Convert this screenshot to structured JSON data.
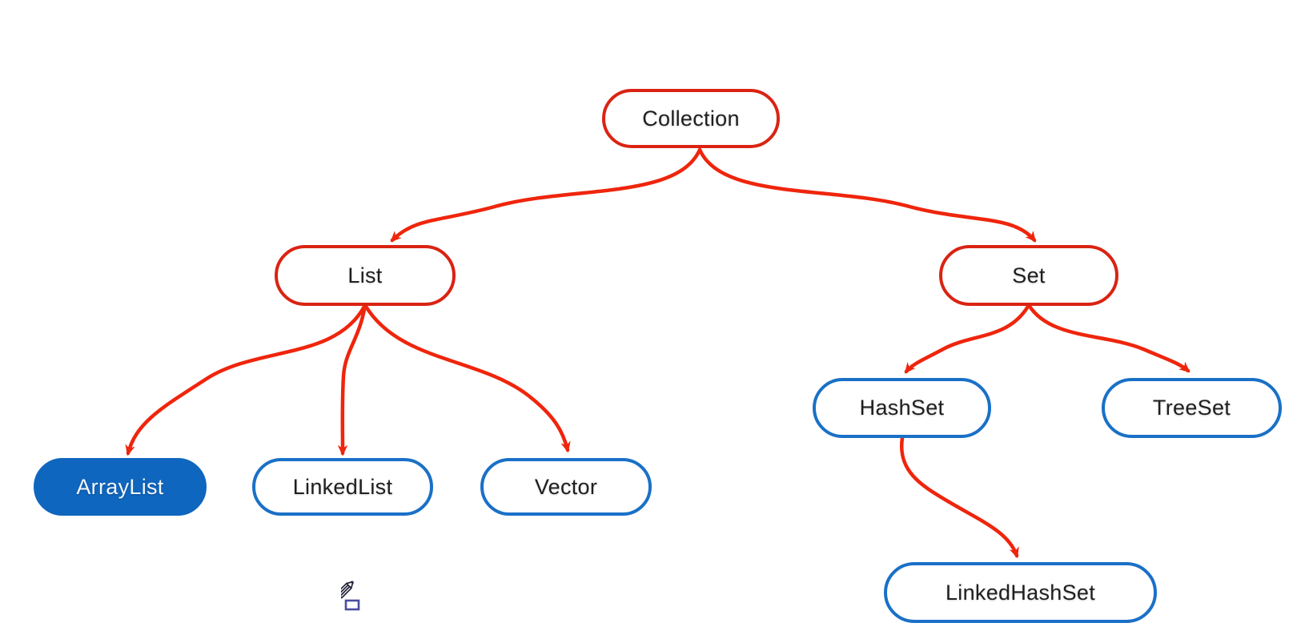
{
  "diagram": {
    "kind": "hierarchy-tree",
    "background": "#ffffff",
    "colors": {
      "red_outline": "#da2312",
      "red_arrow": "#ef250c",
      "blue_outline": "#1a70c7",
      "blue_fill": "#0f66bf",
      "node_text": "#1f1f1f",
      "node_text_on_fill": "#f2f7fd",
      "cursor_indigo": "#4a4da0"
    },
    "nodes": [
      {
        "id": "collection",
        "label": "Collection",
        "style": "red-outline"
      },
      {
        "id": "list",
        "label": "List",
        "style": "red-outline"
      },
      {
        "id": "set",
        "label": "Set",
        "style": "red-outline"
      },
      {
        "id": "arraylist",
        "label": "ArrayList",
        "style": "blue-filled"
      },
      {
        "id": "linkedlist",
        "label": "LinkedList",
        "style": "blue-outline"
      },
      {
        "id": "vector",
        "label": "Vector",
        "style": "blue-outline"
      },
      {
        "id": "hashset",
        "label": "HashSet",
        "style": "blue-outline"
      },
      {
        "id": "treeset",
        "label": "TreeSet",
        "style": "blue-outline"
      },
      {
        "id": "linkedhashset",
        "label": "LinkedHashSet",
        "style": "blue-outline"
      }
    ],
    "edges": [
      {
        "from": "Collection",
        "to": "List"
      },
      {
        "from": "Collection",
        "to": "Set"
      },
      {
        "from": "List",
        "to": "ArrayList"
      },
      {
        "from": "List",
        "to": "LinkedList"
      },
      {
        "from": "List",
        "to": "Vector"
      },
      {
        "from": "Set",
        "to": "HashSet"
      },
      {
        "from": "Set",
        "to": "TreeSet"
      },
      {
        "from": "HashSet",
        "to": "LinkedHashSet"
      }
    ],
    "cursor": {
      "tool": "pencil"
    }
  }
}
